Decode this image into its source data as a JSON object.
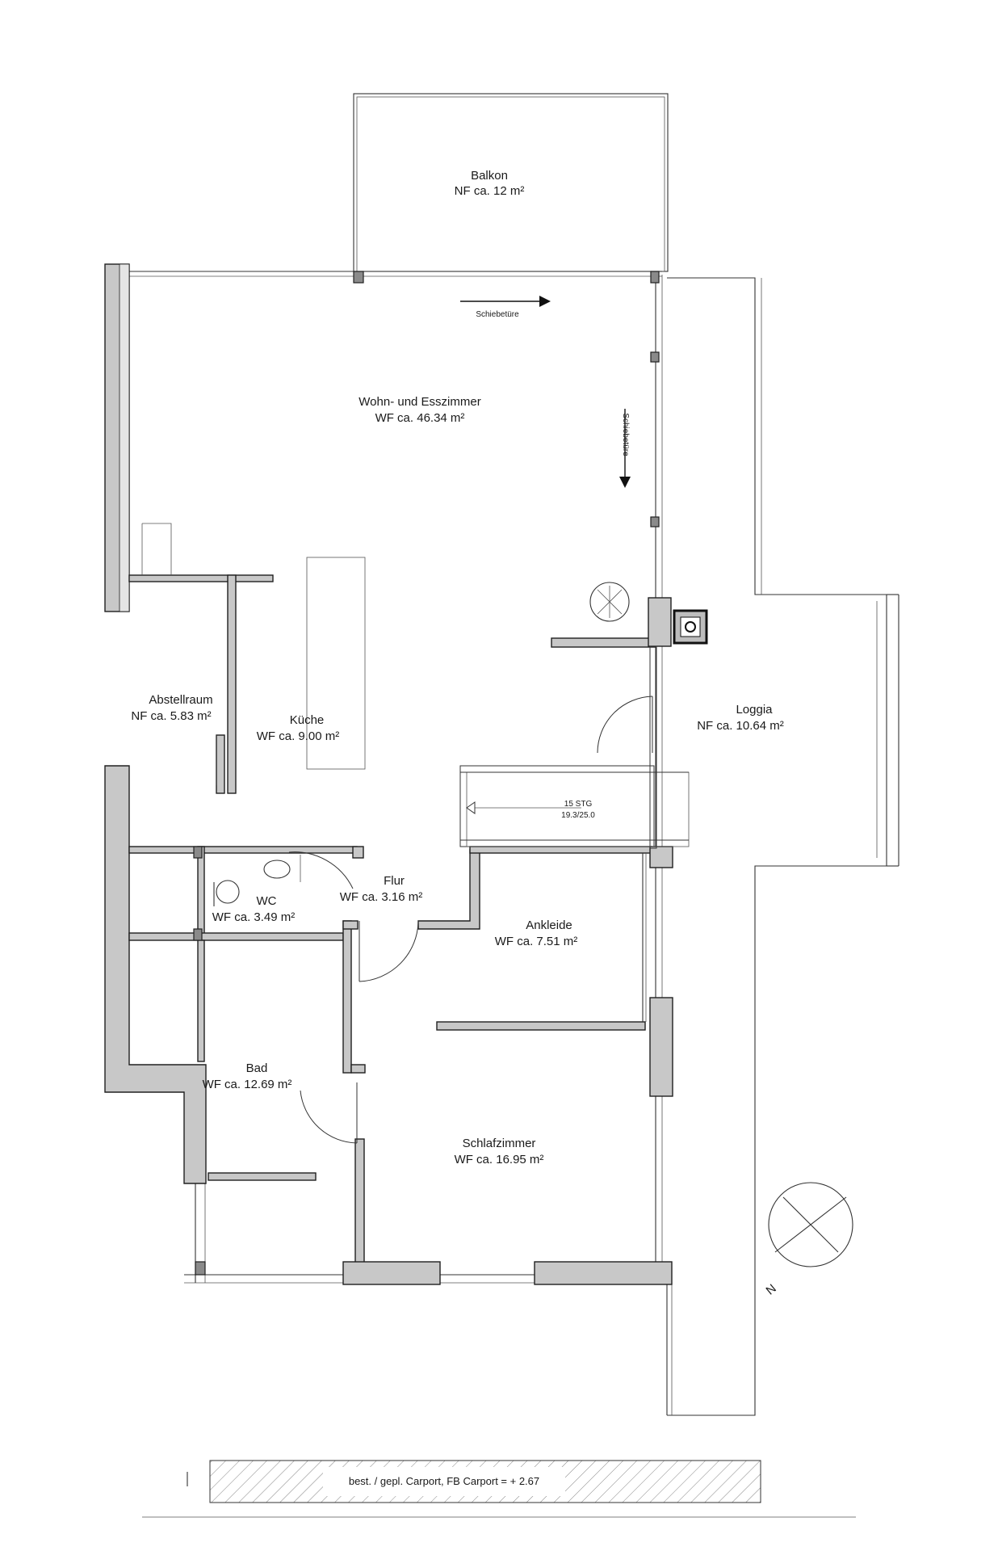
{
  "rooms": {
    "balkon": {
      "name": "Balkon",
      "area": "NF ca. 12 m²"
    },
    "wohn": {
      "name": "Wohn- und Esszimmer",
      "area": "WF ca. 46.34 m²"
    },
    "abstell": {
      "name": "Abstellraum",
      "area": "NF ca. 5.83 m²"
    },
    "kueche": {
      "name": "Küche",
      "area": "WF ca. 9.00 m²"
    },
    "loggia": {
      "name": "Loggia",
      "area": "NF ca. 10.64 m²"
    },
    "flur": {
      "name": "Flur",
      "area": "WF ca. 3.16 m²"
    },
    "wc": {
      "name": "WC",
      "area": "WF ca. 3.49 m²"
    },
    "ankleide": {
      "name": "Ankleide",
      "area": "WF ca. 7.51 m²"
    },
    "bad": {
      "name": "Bad",
      "area": "WF ca. 12.69 m²"
    },
    "schlaf": {
      "name": "Schlafzimmer",
      "area": "WF ca. 16.95 m²"
    }
  },
  "annotations": {
    "sliding_door_1": "Schiebetüre",
    "sliding_door_2": "Schiebetüre",
    "stairs_count": "15 STG",
    "stairs_dims": "19.3/25.0",
    "north": "N",
    "carport": "best. / gepl. Carport, FB Carport = + 2.67"
  }
}
